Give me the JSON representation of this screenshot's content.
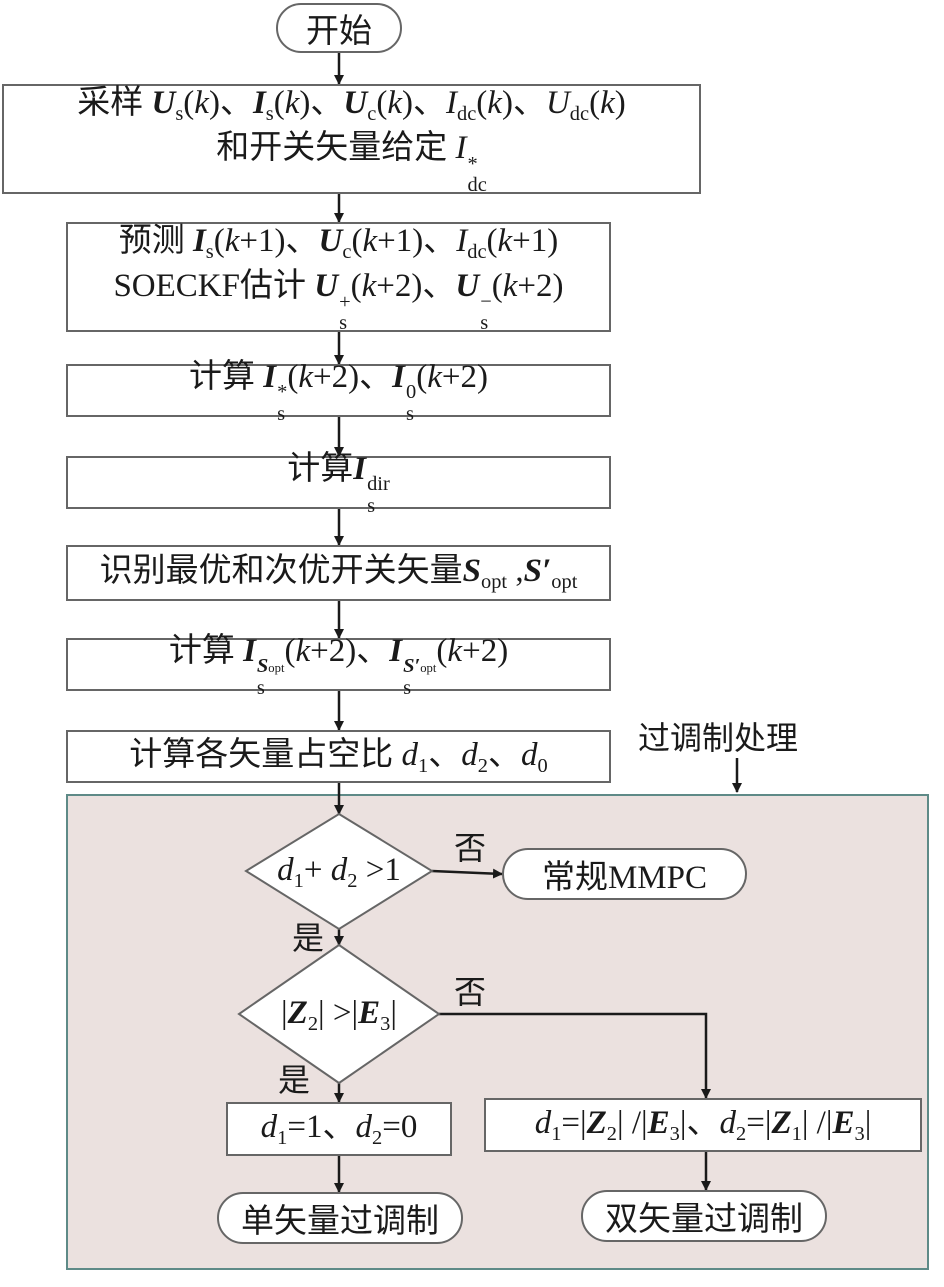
{
  "nodes": {
    "start": "开始",
    "sample": {
      "prefix": "采样",
      "l2_prefix": "和开关矢量给定"
    },
    "predict": {
      "prefix": "预测",
      "l2_prefix": "SOECKF估计"
    },
    "calc_is": "计算",
    "calc_dir": "计算",
    "identify": "识别最优和次优开关矢量",
    "calc_iopt": "计算",
    "duty": "计算各矢量占空比",
    "normal": "常规MMPC",
    "assign_single": "d1=1、d2=0",
    "assign_double": "d1=|Z2| /|E3|、d2=|Z1| /|E3|",
    "single_over": "单矢量过调制",
    "double_over": "双矢量过调制"
  },
  "decisions": {
    "d1": "d1+ d2 >1",
    "d2": "|Z2| >|E3|"
  },
  "edge_labels": {
    "no1": "否",
    "yes1": "是",
    "no2": "否",
    "yes2": "是"
  },
  "region_label": "过调制处理",
  "colors": {
    "region_fill": "#ebe1df",
    "region_border": "#5e8a87",
    "node_border": "#666666",
    "arrow": "#1a1a1a"
  }
}
